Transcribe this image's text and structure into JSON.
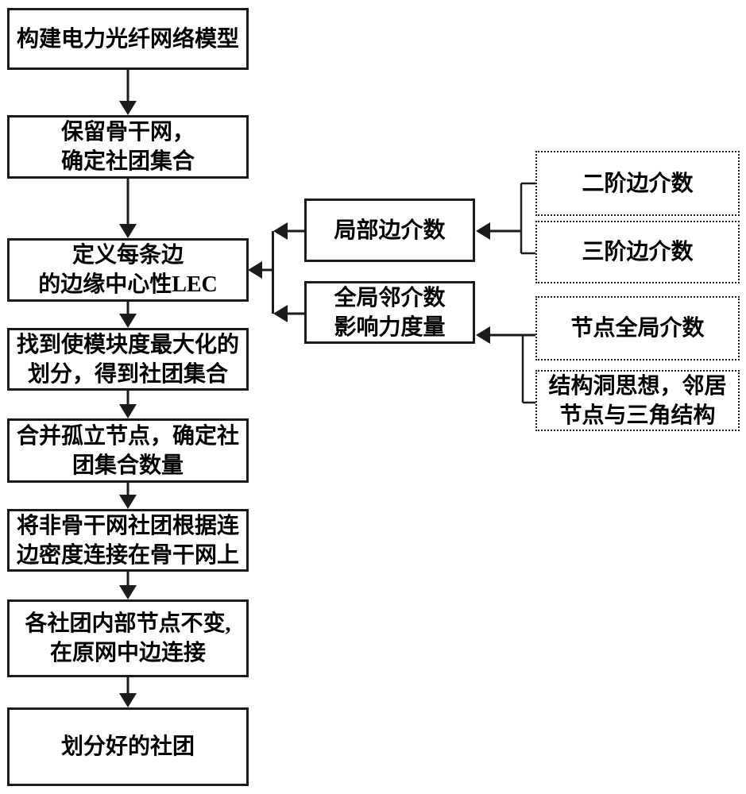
{
  "colors": {
    "ink": "#1b1b1b",
    "background": "#ffffff",
    "text": "#000000"
  },
  "left_flow": [
    {
      "label": "构建电力光纤网络模型"
    },
    {
      "label": "保留骨干网，\n确定社团集合"
    },
    {
      "label": "定义每条边\n的边缘中心性LEC"
    },
    {
      "label": "找到使模块度最大化的\n划分，得到社团集合"
    },
    {
      "label": "合并孤立节点，确定社\n团集合数量"
    },
    {
      "label": "将非骨干网社团根据连\n边密度连接在骨干网上"
    },
    {
      "label": "各社团内部节点不变,\n在原网中边连接"
    },
    {
      "label": "划分好的社团"
    }
  ],
  "middle_factors": [
    {
      "label": "局部边介数"
    },
    {
      "label": "全局邻介数\n影响力度量"
    }
  ],
  "right_inputs": [
    {
      "label": "二阶边介数"
    },
    {
      "label": "三阶边介数"
    },
    {
      "label": "节点全局介数"
    },
    {
      "label": "结构洞思想，邻居\n节点与三角结构"
    }
  ]
}
